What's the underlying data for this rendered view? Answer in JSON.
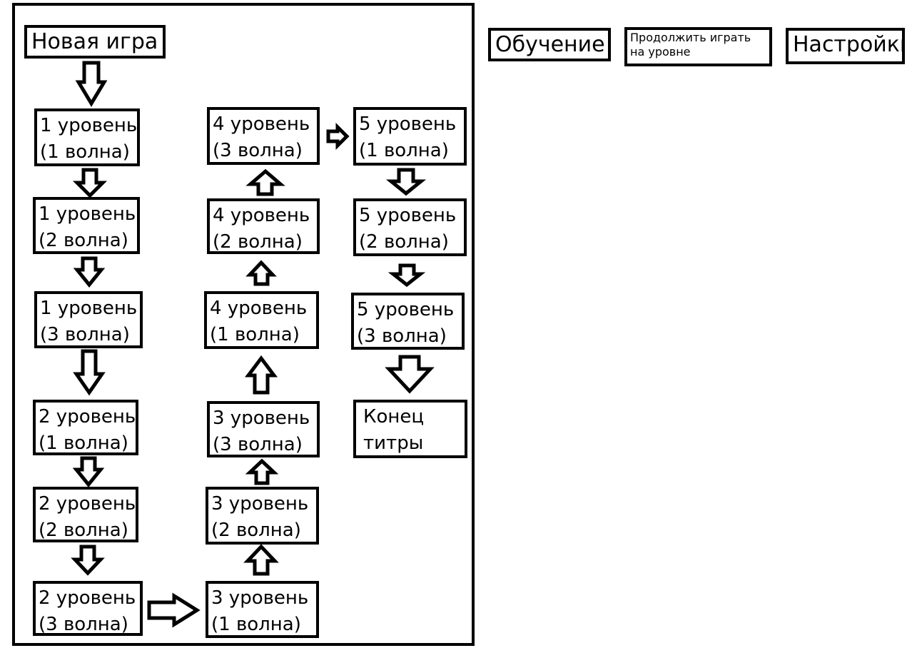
{
  "menu": {
    "tutorial": "Обучение",
    "continue": "Продолжить играть\nна уровне",
    "settings": "Настройки"
  },
  "flow": {
    "new_game": "Новая игра",
    "l1w1": "1 уровень\n(1 волна)",
    "l1w2": "1 уровень\n(2 волна)",
    "l1w3": "1 уровень\n(3 волна)",
    "l2w1": "2 уровень\n(1 волна)",
    "l2w2": "2 уровень\n(2 волна)",
    "l2w3": "2 уровень\n(3 волна)",
    "l3w1": "3 уровень\n(1 волна)",
    "l3w2": "3 уровень\n(2 волна)",
    "l3w3": "3 уровень\n(3 волна)",
    "l4w1": "4 уровень\n(1 волна)",
    "l4w2": "4 уровень\n(2 волна)",
    "l4w3": "4 уровень\n(3 волна)",
    "l5w1": "5 уровень\n(1 волна)",
    "l5w2": "5 уровень\n(2 волна)",
    "l5w3": "5 уровень\n(3 волна)",
    "end": "Конец\nтитры"
  }
}
